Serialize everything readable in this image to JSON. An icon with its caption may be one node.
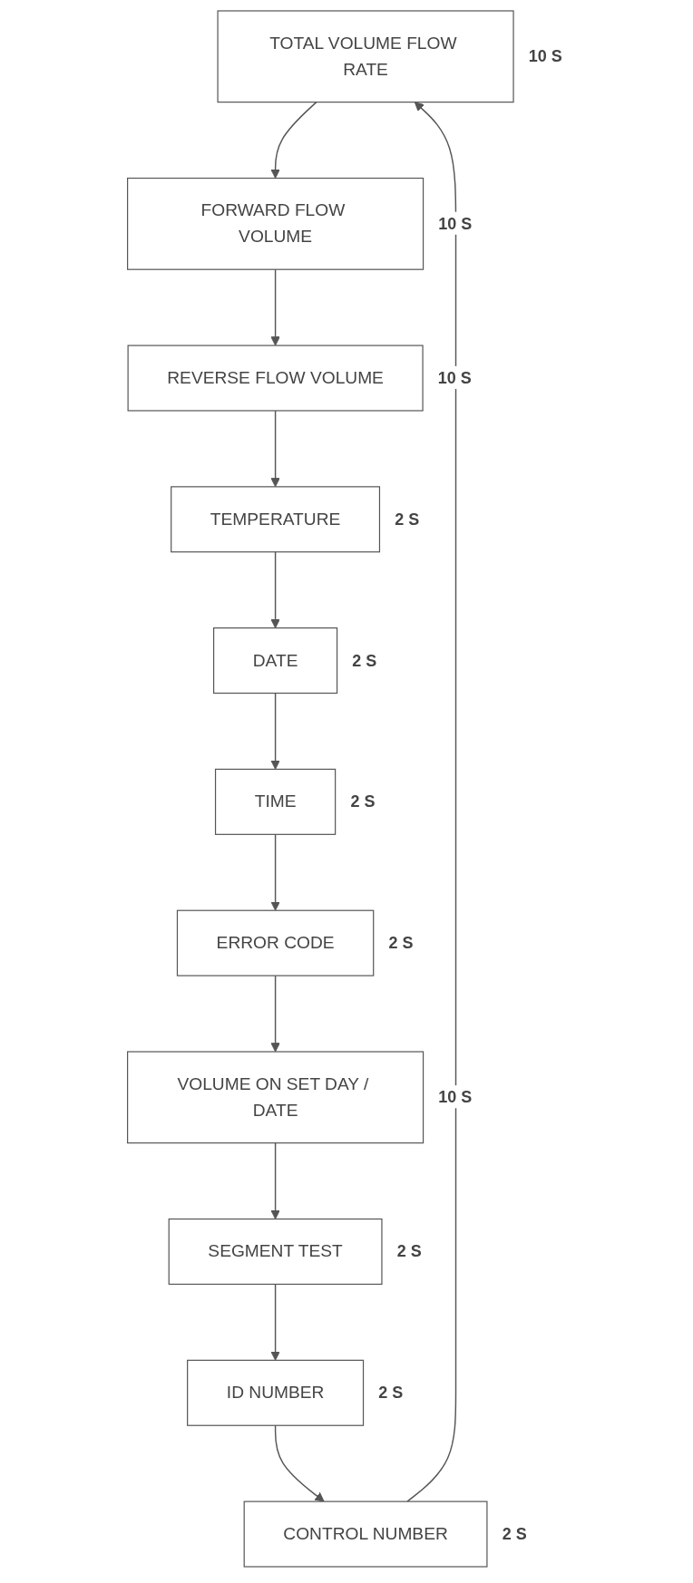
{
  "diagram": {
    "nodes": [
      {
        "text": [
          "TOTAL VOLUME FLOW RATE"
        ],
        "beside": [
          "10 S"
        ]
      },
      {
        "text": [
          "FORWARD FLOW VOLUME"
        ],
        "beside": [
          "10 S"
        ]
      },
      {
        "text": [
          "REVERSE FLOW VOLUME"
        ],
        "beside": [
          "10 S"
        ]
      },
      {
        "text": [
          "TEMPERATURE"
        ],
        "beside": [
          "2 S"
        ]
      },
      {
        "text": [
          "DATE"
        ],
        "beside": [
          "2 S"
        ]
      },
      {
        "text": [
          "TIME"
        ],
        "beside": [
          "2 S"
        ]
      },
      {
        "text": [
          "ERROR CODE"
        ],
        "beside": [
          "2 S"
        ]
      },
      {
        "text": [
          "VOLUME ON SET DAY / DATE"
        ],
        "beside": [
          "10 S"
        ]
      },
      {
        "text": [
          "SEGMENT TEST"
        ],
        "beside": [
          "2 S"
        ]
      },
      {
        "text": [
          "ID NUMBER"
        ],
        "beside": [
          "2 S"
        ]
      },
      {
        "text": [
          "CONTROL NUMBER"
        ],
        "beside": [
          "2 S"
        ]
      }
    ],
    "edges": [
      {
        "from": 0,
        "to": 1,
        "arrow": "to"
      },
      {
        "from": 1,
        "to": 2,
        "arrow": "to"
      },
      {
        "from": 2,
        "to": 3,
        "arrow": "to"
      },
      {
        "from": 3,
        "to": 4,
        "arrow": "to"
      },
      {
        "from": 4,
        "to": 5,
        "arrow": "to"
      },
      {
        "from": 5,
        "to": 6,
        "arrow": "to"
      },
      {
        "from": 6,
        "to": 7,
        "arrow": "to"
      },
      {
        "from": 7,
        "to": 8,
        "arrow": "to"
      },
      {
        "from": 8,
        "to": 9,
        "arrow": "to"
      },
      {
        "from": 9,
        "to": 10,
        "arrow": "to"
      },
      {
        "from": 10,
        "to": 0,
        "arrow": "to"
      }
    ]
  }
}
